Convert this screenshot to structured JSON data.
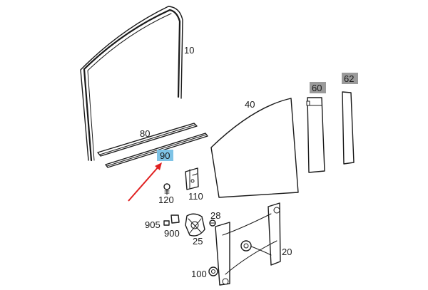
{
  "callouts": {
    "seal_frame": "10",
    "window_glass": "40",
    "trim_60": "60",
    "trim_62": "62",
    "outer_strip": "80",
    "inner_strip": "90",
    "bracket": "110",
    "screw": "120",
    "regulator": "20",
    "motor": "25",
    "bolt": "28",
    "clip_905": "905",
    "clip_900": "900",
    "cap": "100"
  },
  "highlights": {
    "strip_90_color": "#7ec3e6",
    "grey_tag_color": "#9a9a9a"
  },
  "pointer_arrow_color": "#e02020"
}
